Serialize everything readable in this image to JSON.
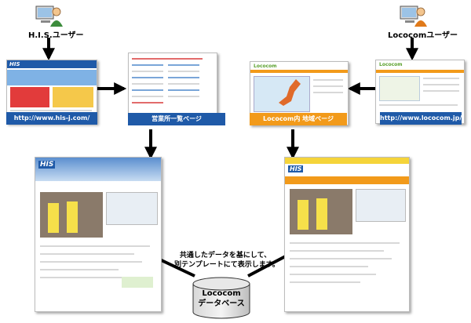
{
  "users": {
    "his": {
      "label": "H.I.S.ユーザー"
    },
    "lococom": {
      "label": "Lococomユーザー"
    }
  },
  "top_row": {
    "his_site": {
      "logo": "HIS",
      "caption": "http://www.his-j.com/"
    },
    "his_list": {
      "caption": "営業所一覧ページ"
    },
    "lococom_area": {
      "caption": "Lococom内 地域ページ"
    },
    "lococom_site": {
      "caption": "http://www.lococom.jp/"
    }
  },
  "bottom_row": {
    "his_store": {
      "logo": "HIS"
    },
    "lococom_store": {
      "logo": "HIS"
    }
  },
  "center_note": {
    "line1": "共通したデータを基にして、",
    "line2": "別テンプレートにて表示します。"
  },
  "database": {
    "line1": "Lococom",
    "line2": "データベース"
  },
  "colors": {
    "his_blue": "#1f5aa8",
    "lococom_orange": "#f29a1a",
    "lococom_green": "#5aa02c"
  }
}
